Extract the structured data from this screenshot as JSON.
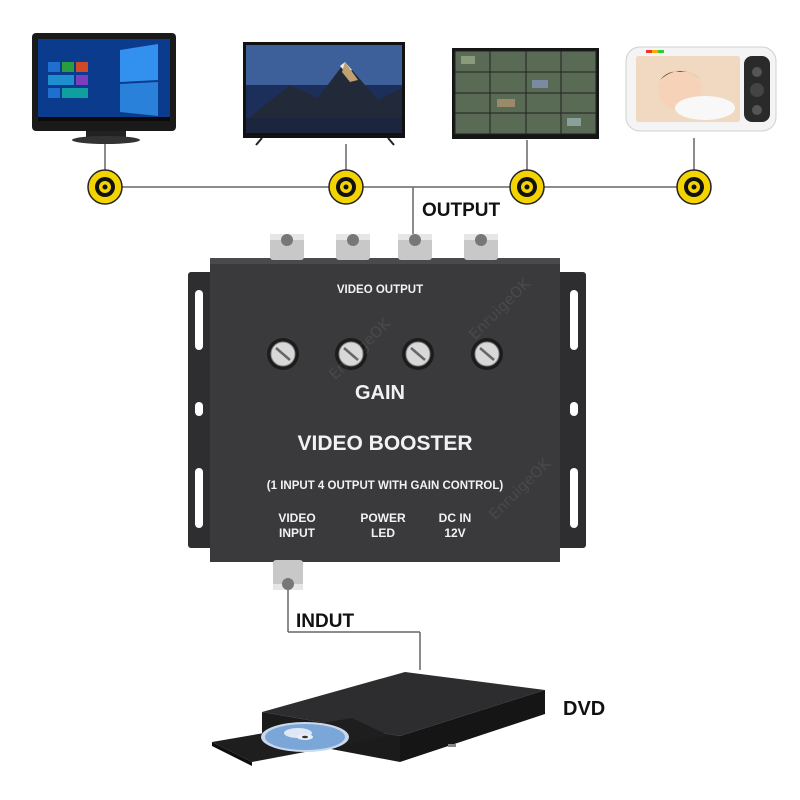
{
  "labels": {
    "output": "OUTPUT",
    "input": "INDUT",
    "dvd": "DVD"
  },
  "device": {
    "video_output": "VIDEO OUTPUT",
    "gain": "GAIN",
    "title": "VIDEO BOOSTER",
    "subtitle": "(1 INPUT 4 OUTPUT WITH GAIN CONTROL)",
    "video_input": "VIDEO\nINPUT",
    "power_led": "POWER\nLED",
    "dc_in": "DC IN\n12V"
  },
  "watermark": "EnruigeOK",
  "colors": {
    "device_body": "#3a3a3c",
    "rca_yellow": "#f3d400",
    "wire": "#555555"
  }
}
